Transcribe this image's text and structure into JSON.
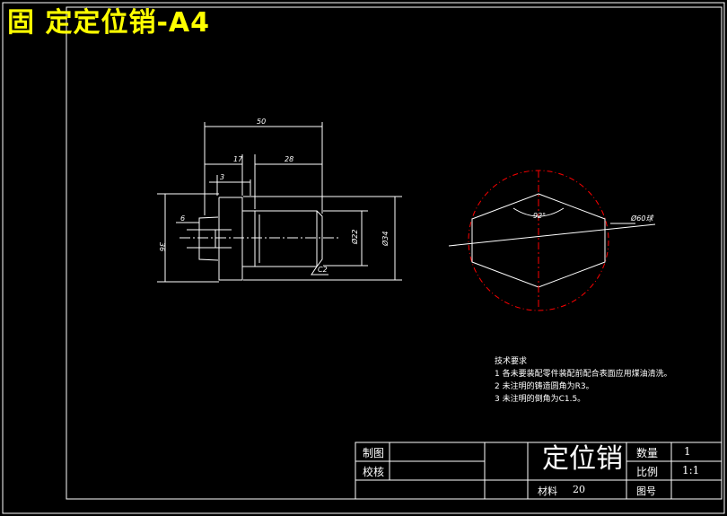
{
  "title": "固 定定位销-A4",
  "dimensions": {
    "overall_length": "50",
    "d17": "17",
    "d28": "28",
    "d3": "3",
    "d6": "6",
    "d36": "36",
    "dia22": "Ø22",
    "dia34": "Ø34",
    "c2": "C2",
    "angle": "92°",
    "dia60": "Ø60球"
  },
  "tech_requirements": {
    "heading": "技术要求",
    "items": [
      "1 各未要装配零件装配前配合表面应用煤油清洗。",
      "2 未注明的铸造圆角为R3。",
      "3 未注明的倒角为C1.5。"
    ]
  },
  "title_block": {
    "drawn_label": "制图",
    "checked_label": "校核",
    "part_name": "定位销",
    "quantity_label": "数量",
    "quantity_value": "1",
    "scale_label": "比例",
    "scale_value": "1:1",
    "material_label": "材料",
    "material_value": "20",
    "drawing_no_label": "图号"
  },
  "colors": {
    "background": "#000000",
    "lines": "#ffffff",
    "title": "#ffff00",
    "center_lines": "#ff0000"
  }
}
